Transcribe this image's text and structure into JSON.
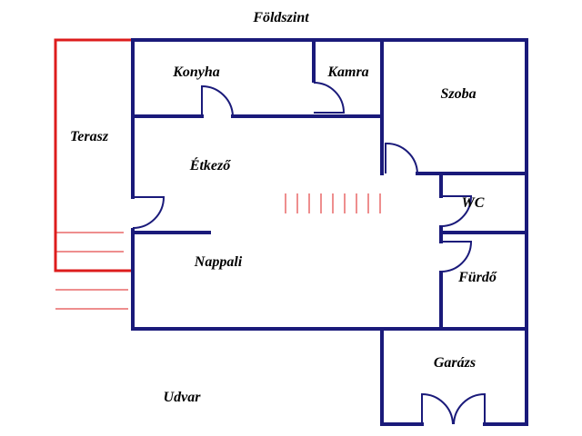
{
  "title": "Földszint",
  "rooms": {
    "konyha": "Konyha",
    "kamra": "Kamra",
    "szoba": "Szoba",
    "terasz": "Terasz",
    "etkezo": "Étkező",
    "wc": "WC",
    "nappali": "Nappali",
    "furdo": "Fürdő",
    "garazs": "Garázs",
    "udvar": "Udvar"
  },
  "colors": {
    "wall": "#1a1a7a",
    "terrace": "#dd1c1c",
    "stairs": "#dd1c1c",
    "door": "#1a1a7a",
    "text": "#000000"
  },
  "icons": [
    "door-swing-icon",
    "stair-steps-icon"
  ]
}
